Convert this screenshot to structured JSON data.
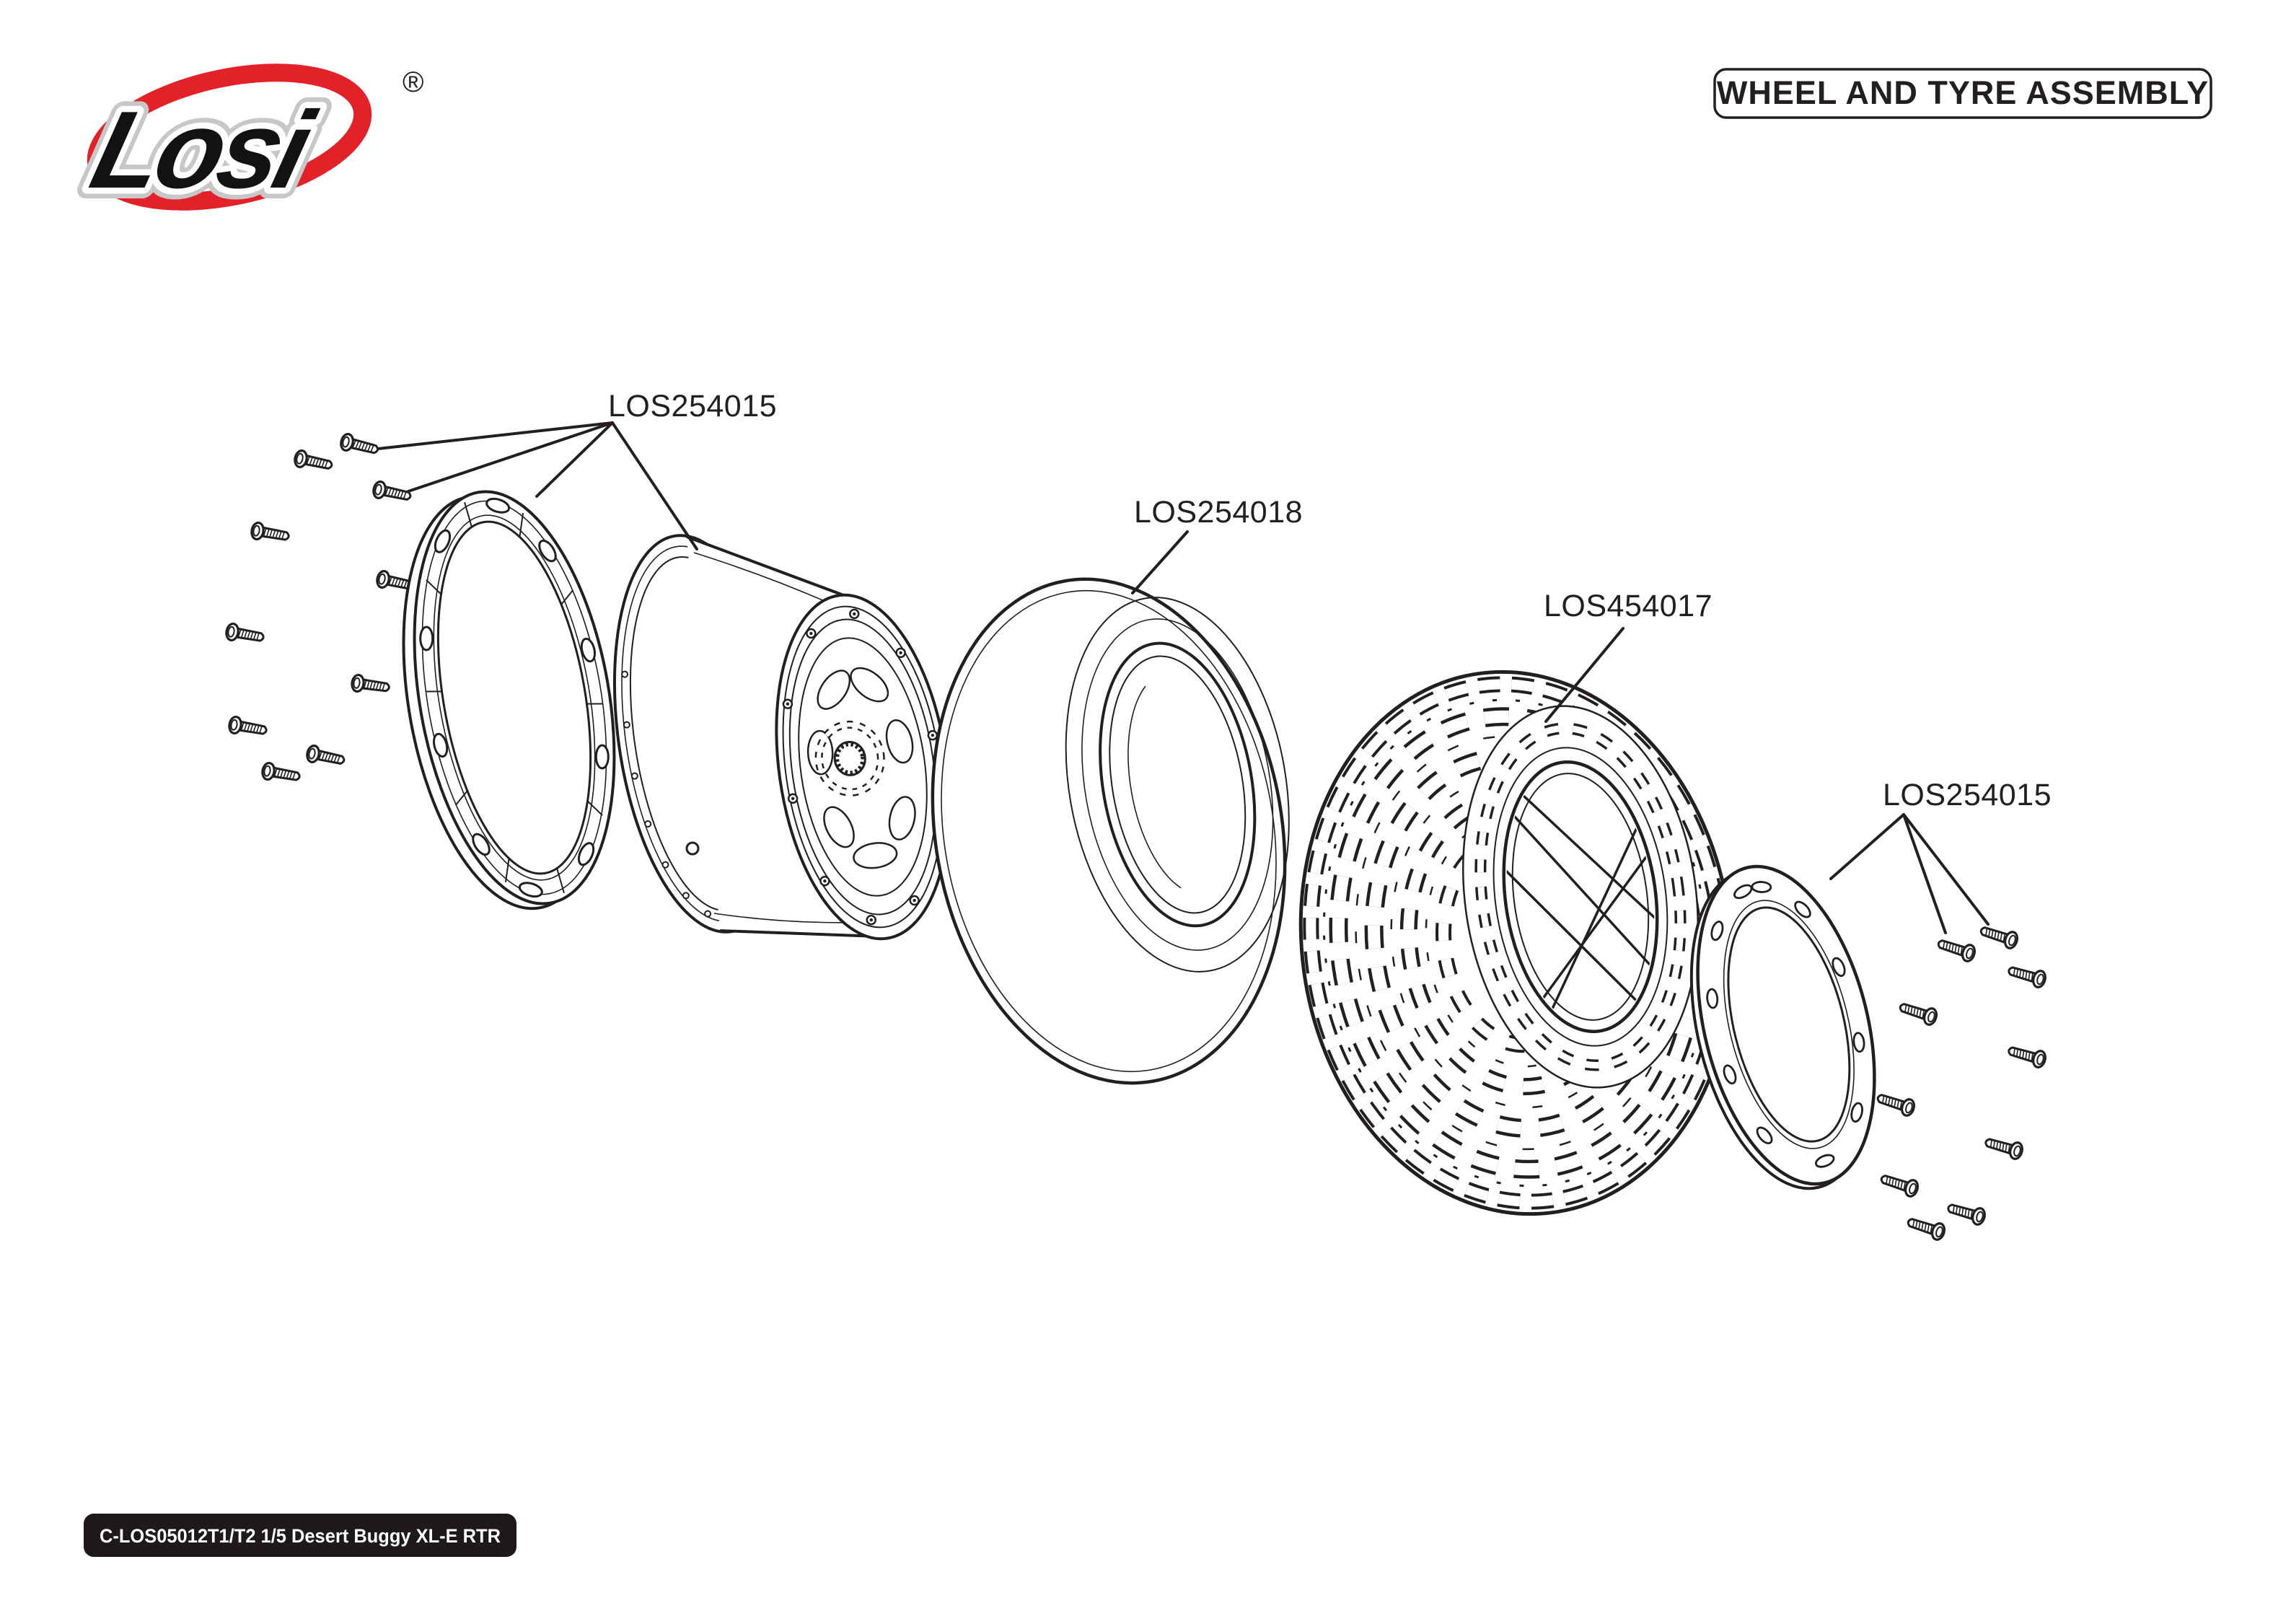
{
  "logo": {
    "brand": "Losi",
    "registered_mark": "®"
  },
  "header": {
    "title": "WHEEL AND TYRE ASSEMBLY"
  },
  "parts": {
    "beadlock_screws_left": "LOS254015",
    "tire_insert": "LOS254018",
    "tire": "LOS454017",
    "beadlock_screws_right": "LOS254015"
  },
  "footer": {
    "part_code": "C-LOS05012T1/T2 1/5 Desert Buggy XL-E RTR"
  },
  "colors": {
    "line": "#231f20",
    "brand_red": "#e32128",
    "footer_bg": "#1d1a19"
  }
}
